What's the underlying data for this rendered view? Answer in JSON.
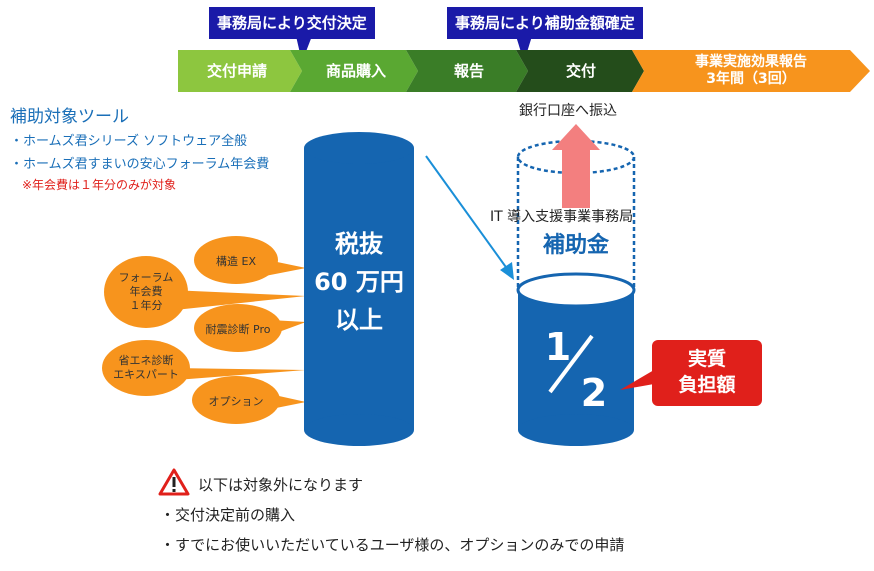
{
  "callouts": {
    "decision": "事務局により交付決定",
    "confirm": "事務局により補助金額確定"
  },
  "process_steps": [
    {
      "label": "交付申請",
      "color": "#8dc63f"
    },
    {
      "label": "商品購入",
      "color": "#5aa832"
    },
    {
      "label": "報告",
      "color": "#3a7d27"
    },
    {
      "label": "交付",
      "color": "#244d1b"
    },
    {
      "label": "事業実施効果報告\n3年間（3回）",
      "color": "#f7941d"
    }
  ],
  "tools": {
    "title": "補助対象ツール",
    "items": [
      "・ホームズ君シリーズ ソフトウェア全般",
      "・ホームズ君すまいの安心フォーラム年会費"
    ],
    "note": "※年会費は１年分のみが対象"
  },
  "bubbles": [
    "構造 EX",
    "フォーラム\n年会費\n１年分",
    "耐震診断 Pro",
    "省エネ診断\nエキスパート",
    "オプション"
  ],
  "bubble_color": "#f7941d",
  "cylinder_left": {
    "lines": [
      "税抜",
      "60 万円",
      "以上"
    ],
    "color": "#1565b0"
  },
  "cylinder_right": {
    "bank": "銀行口座へ振込",
    "office": "IT 導入支援事業事務局",
    "subsidy": "補助金",
    "numerator": "1",
    "denominator": "2",
    "color": "#1565b0"
  },
  "burden_badge": {
    "line1": "実質",
    "line2": "負担額",
    "color": "#e0201b"
  },
  "exclusions": {
    "heading": "以下は対象外になります",
    "items": [
      "・交付決定前の購入",
      "・すでにお使いいただいているユーザ様の、オプションのみでの申請"
    ]
  }
}
